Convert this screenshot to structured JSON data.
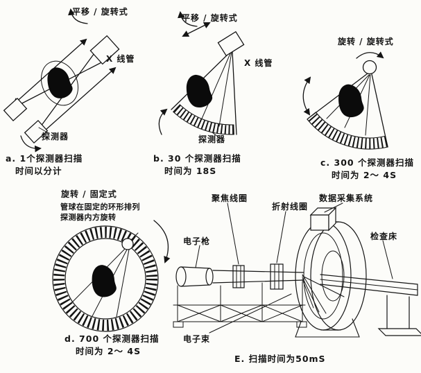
{
  "figure": {
    "background": "#fcfcf9",
    "ink": "#141414"
  },
  "panel_a": {
    "type_label": "平移 / 旋转式",
    "xray_tube_label": "X 线管",
    "detector_label": "探测器",
    "caption_line1": "a. 1个探测器扫描",
    "caption_line2": "时间以分计"
  },
  "panel_b": {
    "type_label": "平移 / 旋转式",
    "xray_tube_label": "X 线管",
    "detector_label": "探测器",
    "caption_line1": "b. 30 个探测器扫描",
    "caption_line2": "时间为 18S"
  },
  "panel_c": {
    "type_label": "旋转 / 旋转式",
    "caption_line1": "c. 300 个探测器扫描",
    "caption_line2": "时间为 2～ 4S"
  },
  "panel_d": {
    "type_label": "旋转 / 固定式",
    "description_line1": "管球在固定的环形排列",
    "description_line2": "探测器内方旋转",
    "caption_line1": "d. 700 个探测器扫描",
    "caption_line2": "时间为 2～ 4S"
  },
  "panel_e": {
    "focus_coil_label": "聚焦线圈",
    "deflection_coil_label": "折射线圈",
    "daq_label": "数据采集系统",
    "electron_gun_label": "电子枪",
    "exam_table_label": "检查床",
    "electron_beam_label": "电子束",
    "caption": "E. 扫描时间为50mS"
  }
}
